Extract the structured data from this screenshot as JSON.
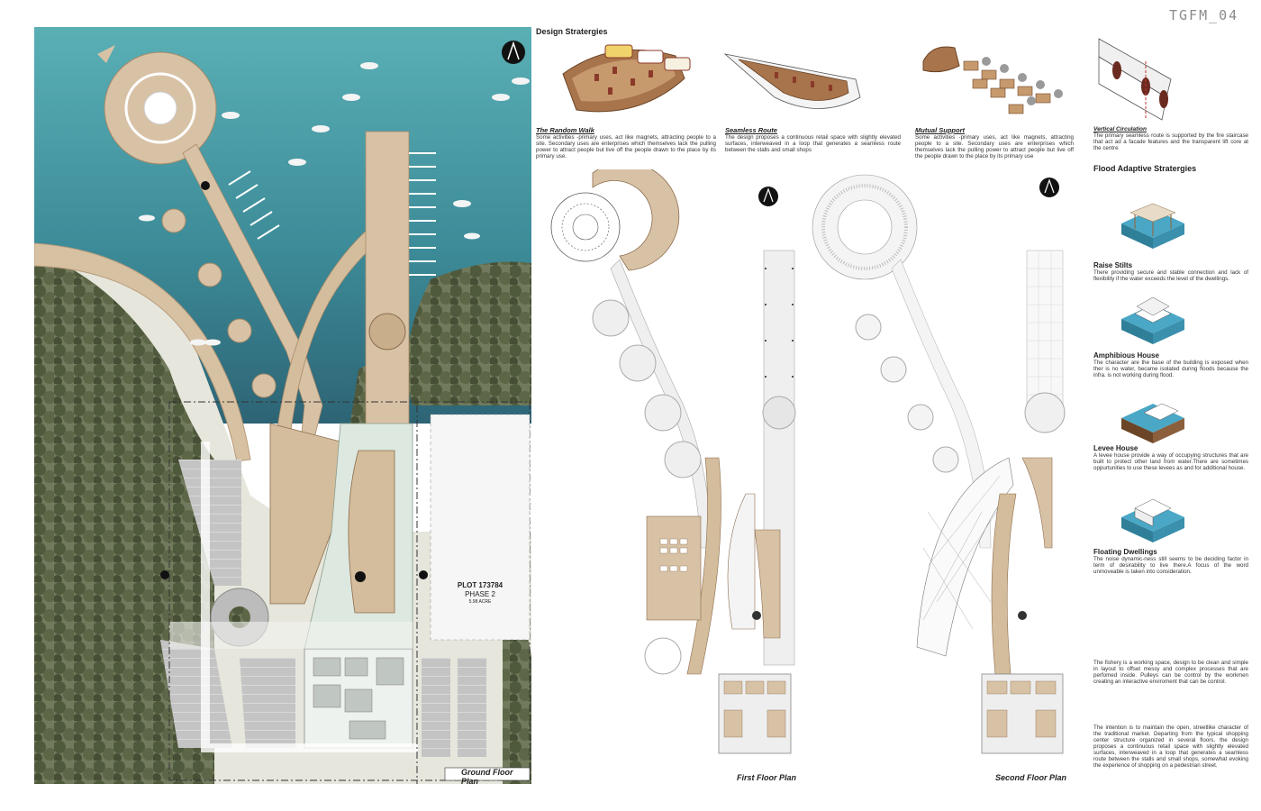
{
  "sheet": {
    "id": "TGFM_04"
  },
  "colors": {
    "water": "#4a9fa8",
    "water_deep": "#2f6f80",
    "deck": "#d8c2a6",
    "deck_dark": "#b89a78",
    "trees": "#5a6345",
    "ground": "#e8e8e0",
    "parking": "#bfbfbf",
    "accent_red": "#8b3a2a"
  },
  "ground_plan": {
    "label": "Ground Floor Plan",
    "plot_number": "PLOT 173784",
    "phase": "PHASE 2",
    "area": "5.98 ACRE"
  },
  "design": {
    "heading": "Design Stratergies",
    "items": [
      {
        "title": "The Random Walk",
        "body": "Some activities -primary uses, act like magnets, attracting people to a site. Secondary uses are enterprises which themselves lack the pulling power to attract people but live off the people drawn to the place by its primary use."
      },
      {
        "title": "Seamless Route",
        "body": "The design proposes a continuous retail space with slightly elevated surfaces, interweaved in a loop that generates a seamless route between the stalls and small shops"
      },
      {
        "title": "Mutual Support",
        "body": "Some activities -primary uses, act like magnets, attracting people to a site. Secondary uses are enterprises which themselves lack the pulling power to attract people but live off the people drawn to the place by its primary use"
      },
      {
        "title": "Vertical Circulation",
        "body": "The primary seamless route is supported by the fire staircase that act ad a facade features and the transparent lift core at the centre"
      }
    ]
  },
  "flood": {
    "heading": "Flood Adaptive Stratergies",
    "items": [
      {
        "title": "Raise Stilts",
        "body": "There providing secure and stable connection and lack of flexibility if the water exceeds the level of the dwellings."
      },
      {
        "title": "Amphibious House",
        "body": "The character are the base of the building is exposed when ther is no water, became isolated during floods because the infra. is not working during flood."
      },
      {
        "title": "Levee House",
        "body": "A levee house provide a way of occupying structures that are built to protect other land from water.There are sometimes oppurtunities to use these levees as and for additional house."
      },
      {
        "title": "Floating Dwellings",
        "body": "The noise dynamic-ness still seems to be deciding factor in term of desirability to live there.A focus of the word unmoveable is taken into consideration."
      }
    ]
  },
  "plans": {
    "first_label": "First Floor Plan",
    "second_label": "Second Floor Plan"
  },
  "notes": [
    "The fishery is a working space, design to be clean and simple in layout to offset messy and complex processes that are perfomed inside. Pulleys can be control by the workmen creating an interactive enviroment that can be control.",
    "The intention is to maintain the open, streetlike character of the traditional market. Departing from the typical shopping center structure organized in several floors, the design proposes a continuous retail space with slightly elevated surfaces, interweaved in a loop that generates a seamless route between the stalls and small shops, somewhat evoking the experience of shopping on a pedestrian street."
  ]
}
